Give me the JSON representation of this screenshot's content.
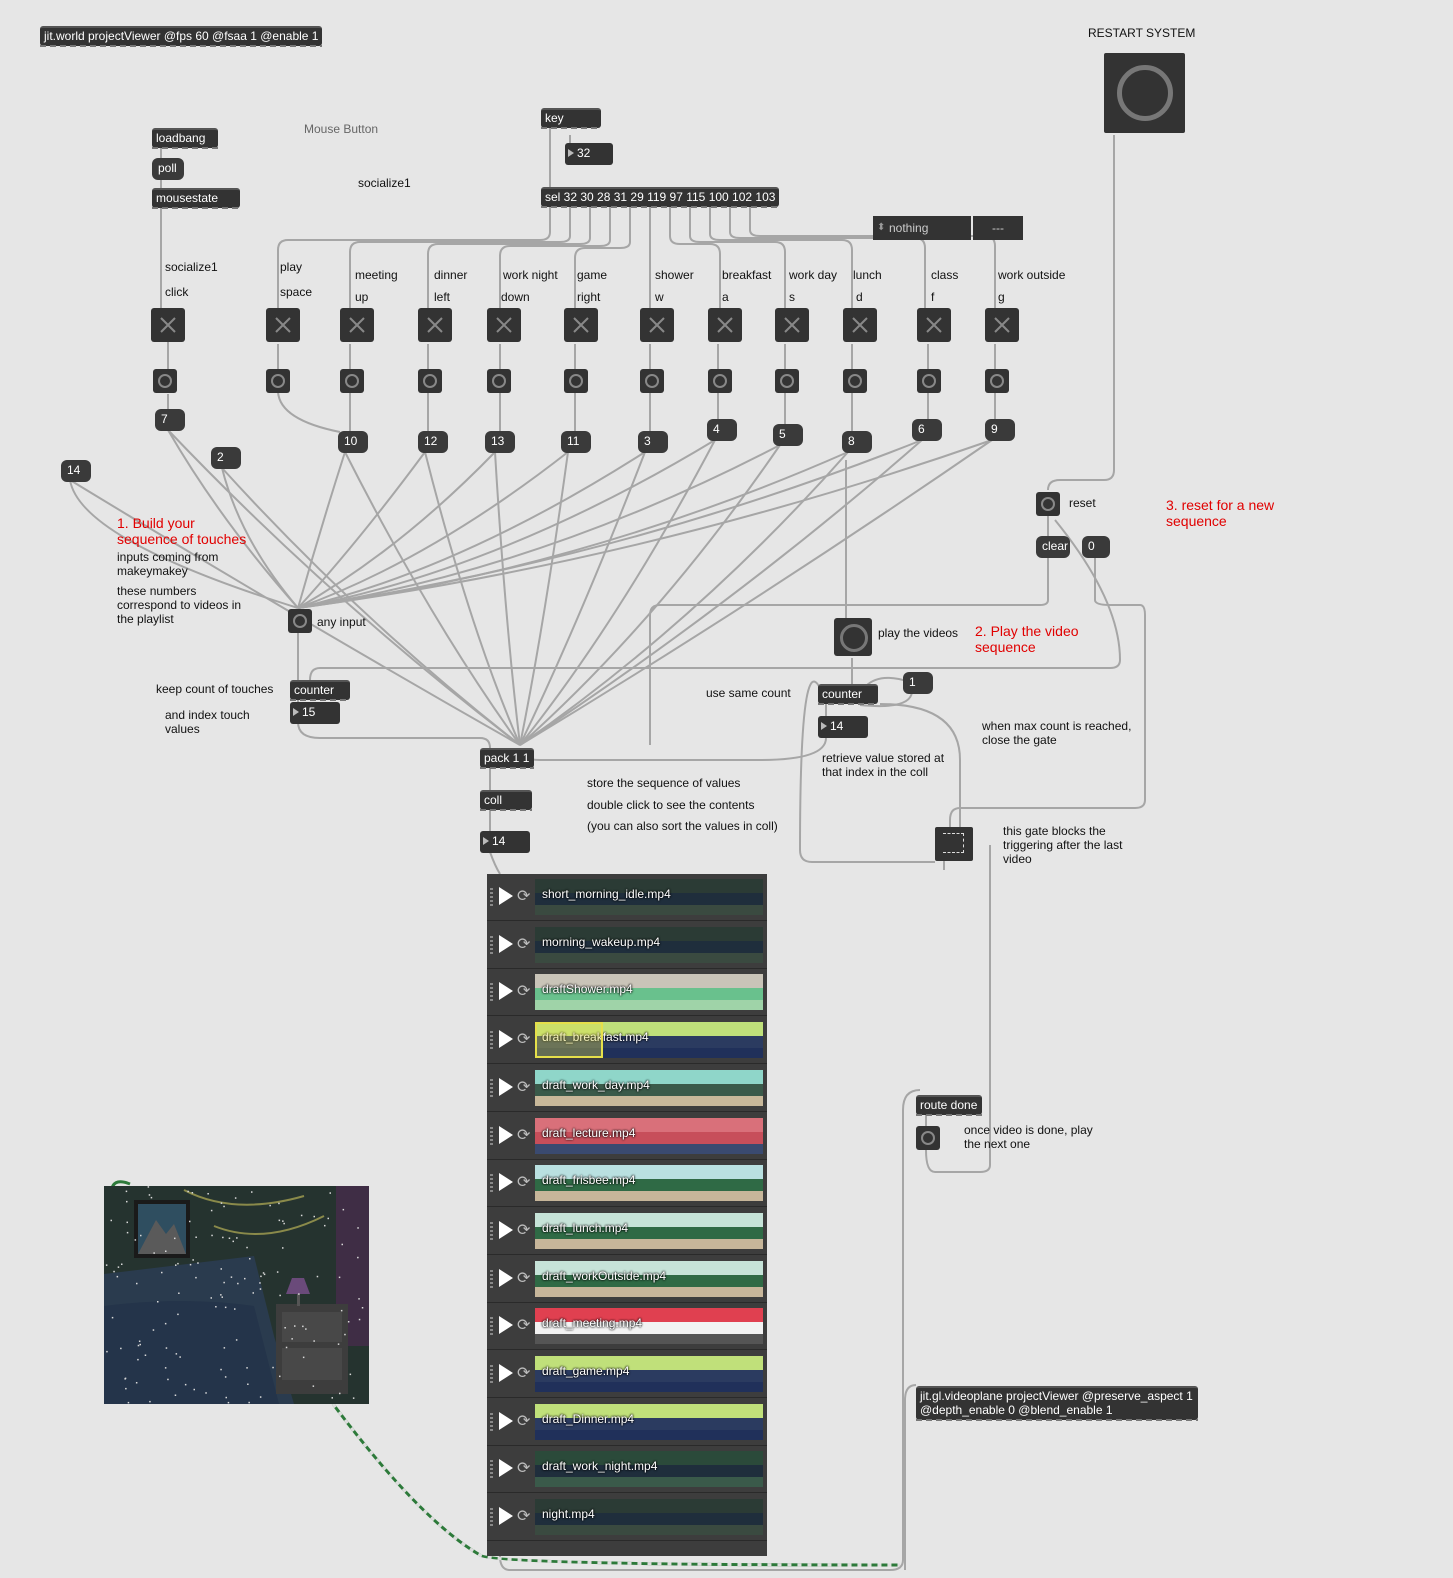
{
  "jit_world": "jit.world projectViewer @fps 60 @fsaa 1 @enable 1",
  "restart_label": "RESTART SYSTEM",
  "loadbang": "loadbang",
  "poll": "poll",
  "mousestate": "mousestate",
  "mouse_button": "Mouse Button",
  "socialize_note": "socialize1",
  "key": "key",
  "key_num": "32",
  "sel": "sel 32 30 28 31 29 119 97 115 100 102 103",
  "umenu_value": "nothing",
  "umenu2_value": "---",
  "triggers": [
    {
      "name": "socialize1",
      "key": "click",
      "index": "7"
    },
    {
      "name": "play",
      "key": "space",
      "index": "2"
    },
    {
      "name": "meeting",
      "key": "up",
      "index": "10"
    },
    {
      "name": "dinner",
      "key": "left",
      "index": "12"
    },
    {
      "name": "work night",
      "key": "down",
      "index": "13"
    },
    {
      "name": "game",
      "key": "right",
      "index": "11"
    },
    {
      "name": "shower",
      "key": "w",
      "index": "3"
    },
    {
      "name": "breakfast",
      "key": "a",
      "index": "4"
    },
    {
      "name": "work day",
      "key": "s",
      "index": "5"
    },
    {
      "name": "lunch",
      "key": "d",
      "index": "8"
    },
    {
      "name": "class",
      "key": "f",
      "index": "6"
    },
    {
      "name": "work outside",
      "key": "g",
      "index": "9"
    }
  ],
  "msg_14": "14",
  "step1": {
    "title": "1. Build your sequence of touches",
    "line1": "inputs coming from makeymakey",
    "line2": "these numbers correspond to videos in the playlist"
  },
  "any_input": "any input",
  "keep_count": "keep count of touches",
  "index_touch": "and index touch values",
  "counter1": "counter",
  "counter1_num": "15",
  "pack": "pack 1 1",
  "coll": "coll",
  "coll_num": "14",
  "store_notes": [
    "store the sequence of values",
    "double click to see the contents",
    "(you can also sort the values in coll)"
  ],
  "reset": "reset",
  "clear": "clear",
  "zero": "0",
  "step3": "3. reset for a new sequence",
  "play_videos": "play the videos",
  "step2": "2. Play the video sequence",
  "use_same_count": "use same count",
  "counter2": "counter",
  "msg_1": "1",
  "counter2_num": "14",
  "retrieve_note": "retrieve value stored at that index in the coll",
  "max_count_note": "when max count is reached, close the gate",
  "gate_note": "this gate blocks the triggering after the last video",
  "route_done": "route done",
  "once_done": "once video is done, play the next one",
  "videoplane": [
    "jit.gl.videoplane projectViewer @preserve_aspect 1",
    "@depth_enable 0 @blend_enable 1"
  ],
  "playlist": [
    {
      "file": "short_morning_idle.mp4",
      "colors": [
        "#2b3b35",
        "#1f2e3c",
        "#3a4a40"
      ]
    },
    {
      "file": "morning_wakeup.mp4",
      "colors": [
        "#2b3b35",
        "#1f2e3c",
        "#3a4a40"
      ]
    },
    {
      "file": "draftShower.mp4",
      "colors": [
        "#c9c4b8",
        "#69c18d",
        "#9fd3a8"
      ]
    },
    {
      "file": "draft_breakfast.mp4",
      "colors": [
        "#bfe07a",
        "#2b3b60",
        "#20305a"
      ]
    },
    {
      "file": "draft_work_day.mp4",
      "colors": [
        "#8fd6c9",
        "#3a5a4a",
        "#c8b89a"
      ]
    },
    {
      "file": "draft_lecture.mp4",
      "colors": [
        "#d9707a",
        "#c74e5a",
        "#3a4a70"
      ]
    },
    {
      "file": "draft_frisbee.mp4",
      "colors": [
        "#b9e0e0",
        "#2f6a45",
        "#c7b69a"
      ]
    },
    {
      "file": "draft_lunch.mp4",
      "colors": [
        "#c6e3d8",
        "#2f6a45",
        "#c7b69a"
      ]
    },
    {
      "file": "draft_workOutside.mp4",
      "colors": [
        "#c6e3d8",
        "#2f6a45",
        "#c7b69a"
      ]
    },
    {
      "file": "draft_meeting.mp4",
      "colors": [
        "#e04050",
        "#f2f2f2",
        "#555555"
      ]
    },
    {
      "file": "draft_game.mp4",
      "colors": [
        "#c0e07a",
        "#2b3b60",
        "#20305a"
      ]
    },
    {
      "file": "draft_Dinner.mp4",
      "colors": [
        "#c0e07a",
        "#2b3b60",
        "#20305a"
      ]
    },
    {
      "file": "draft_work_night.mp4",
      "colors": [
        "#2b4a3a",
        "#1f2e3c",
        "#3a5a4a"
      ]
    },
    {
      "file": "night.mp4",
      "colors": [
        "#2b3b35",
        "#1f2e3c",
        "#3a4a40"
      ]
    }
  ],
  "colors": {
    "canvas": "#e6e6e6",
    "object": "#333333",
    "wire": "#a8a8a8",
    "comment_red": "#e10000",
    "selection": "#e6e04a"
  }
}
